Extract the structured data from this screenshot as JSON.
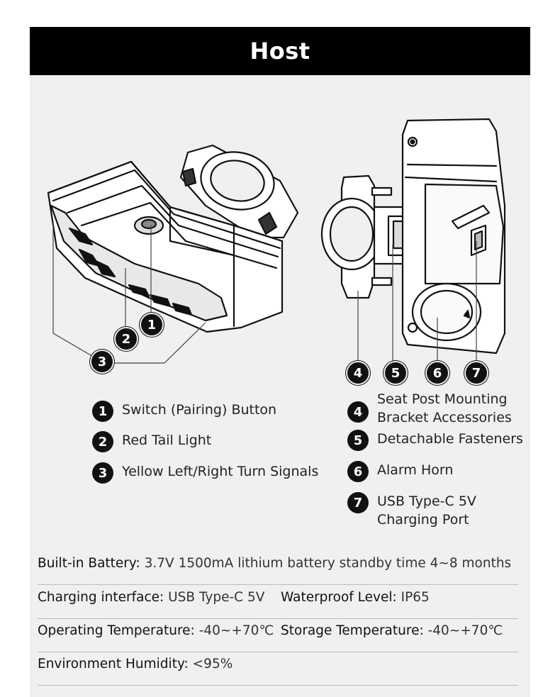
{
  "header": {
    "title": "Host"
  },
  "callouts": [
    "1",
    "2",
    "3",
    "4",
    "5",
    "6",
    "7"
  ],
  "legend": [
    {
      "num": "1",
      "label": "Switch (Pairing) Button"
    },
    {
      "num": "2",
      "label": "Red Tail Light"
    },
    {
      "num": "3",
      "label": "Yellow Left/Right Turn Signals"
    },
    {
      "num": "4",
      "label_line1": "Seat Post Mounting",
      "label_line2": "Bracket Accessories"
    },
    {
      "num": "5",
      "label": "Detachable Fasteners"
    },
    {
      "num": "6",
      "label": "Alarm Horn"
    },
    {
      "num": "7",
      "label_line1": "USB Type-C 5V",
      "label_line2": "Charging Port"
    }
  ],
  "specs": {
    "battery": {
      "key": "Built-in Battery:",
      "value": "3.7V 1500mA lithium battery standby time 4~8 months"
    },
    "charging": {
      "key": "Charging interface:",
      "value": "USB Type-C 5V"
    },
    "waterproof": {
      "key": "Waterproof Level:",
      "value": "IP65"
    },
    "operating_temp": {
      "key": "Operating Temperature:",
      "value": "-40~+70℃"
    },
    "storage_temp": {
      "key": "Storage Temperature:",
      "value": "-40~+70℃"
    },
    "humidity": {
      "key": "Environment Humidity:",
      "value": "<95%"
    }
  },
  "colors": {
    "header_bg": "#000000",
    "panel_bg": "#f0f0f0",
    "badge": "#111111"
  }
}
